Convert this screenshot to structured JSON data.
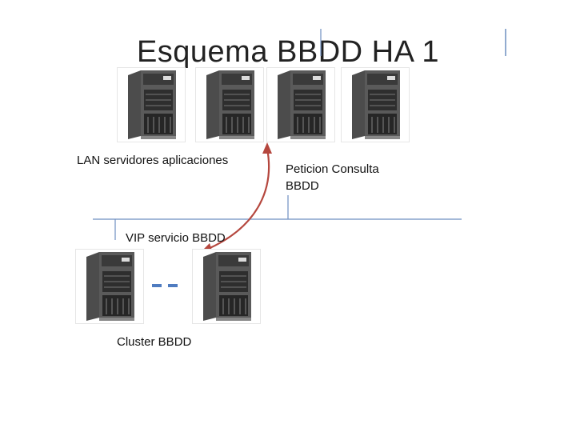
{
  "title": "Esquema BBDD HA 1",
  "labels": {
    "lan": "LAN servidores aplicaciones",
    "request": "Peticion Consulta BBDD",
    "vip": "VIP servicio BBDD",
    "cluster": "Cluster BBDD"
  },
  "colors": {
    "lan_line": "#6e8fc1",
    "request_arrow": "#b5473e",
    "cluster_link": "#4f7cc0"
  },
  "icons": {
    "server": "server-tower-icon"
  }
}
